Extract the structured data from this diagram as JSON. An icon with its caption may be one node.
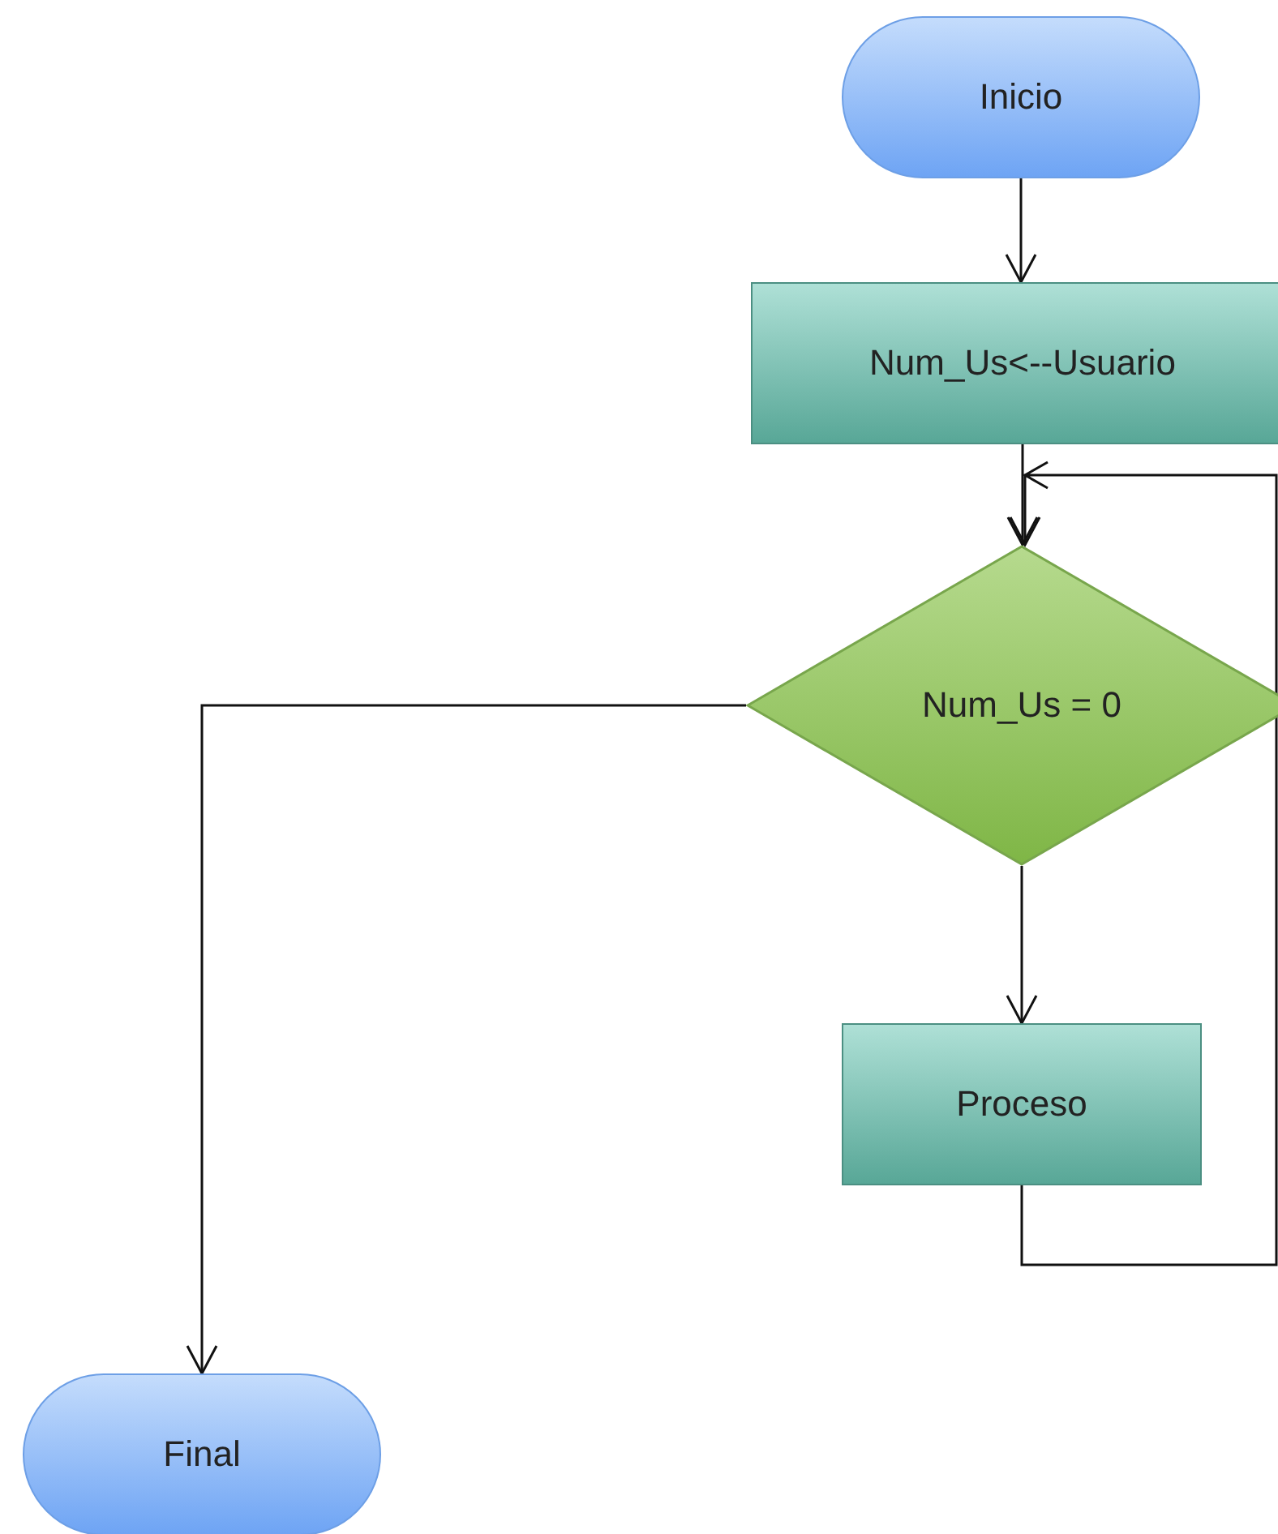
{
  "diagram": {
    "nodes": [
      {
        "text": [
          "Inicio"
        ]
      },
      {
        "text": [
          "Num_Us<--Usuario"
        ]
      },
      {
        "text": [
          "Num_Us = 0"
        ]
      },
      {
        "text": [
          "Proceso"
        ]
      },
      {
        "text": [
          "Final"
        ]
      }
    ],
    "edges": [
      {
        "from": 0,
        "to": 1,
        "arrow": "to"
      },
      {
        "from": 1,
        "to": 2,
        "arrow": "to"
      },
      {
        "from": 2,
        "to": 3,
        "arrow": "to"
      },
      {
        "from": 2,
        "to": 4,
        "arrow": "to"
      },
      {
        "from": 3,
        "to": 2,
        "arrow": "to"
      }
    ]
  }
}
